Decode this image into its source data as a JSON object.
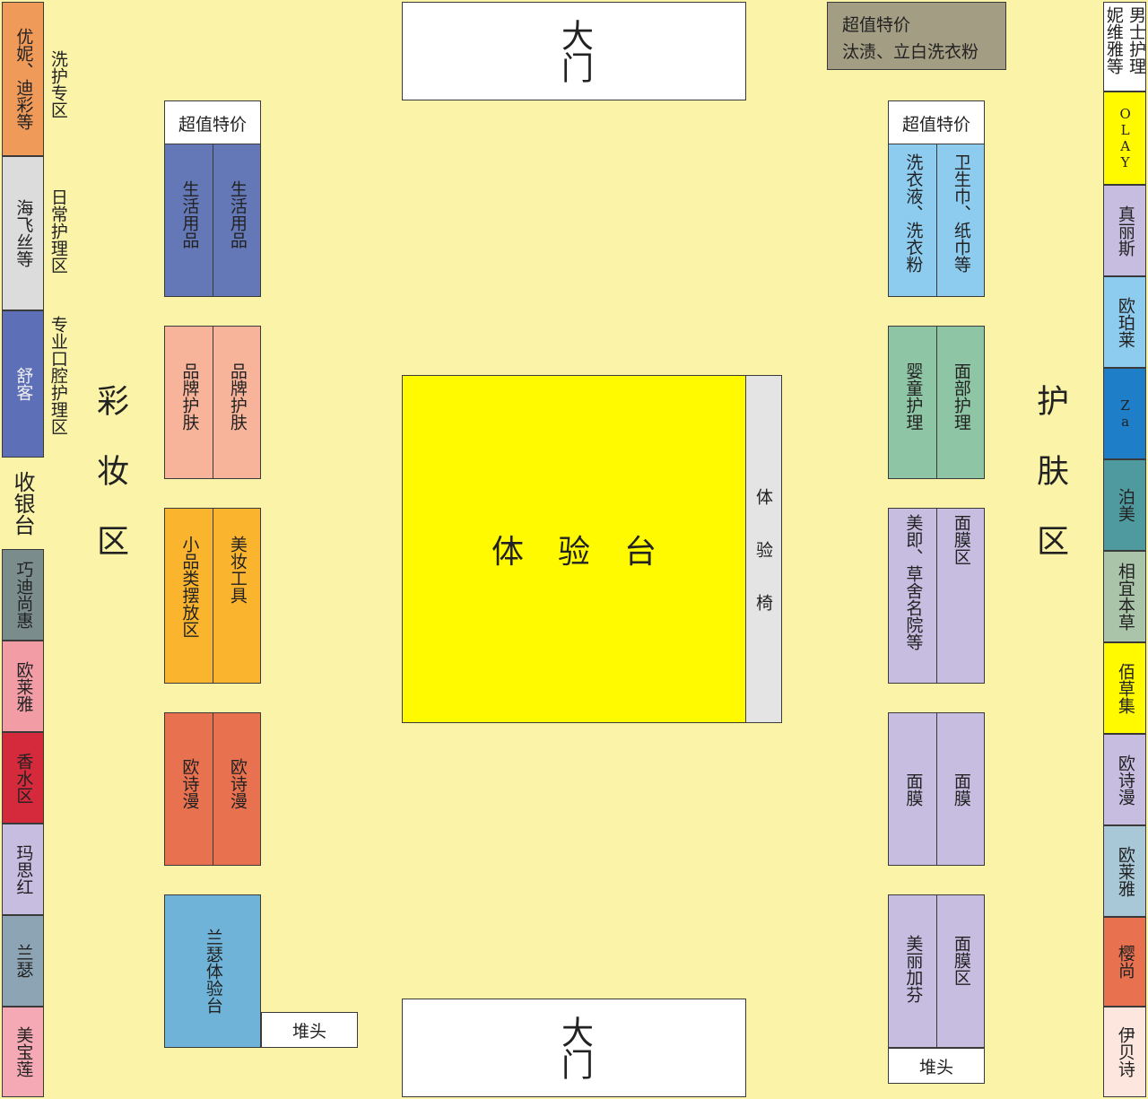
{
  "colors": {
    "floor": "#fbf3a7",
    "blue_dark": "#6478b8",
    "salmon": "#f7b49b",
    "orange": "#fbb42d",
    "red_orange": "#e8714f",
    "light_blue": "#6fb4d8",
    "sky_blue": "#8dcbef",
    "green": "#8ec5a4",
    "lavender": "#c6bde0",
    "yellow": "#fffa00",
    "gray_light": "#e4e4e4",
    "olive_gray": "#a39d84"
  },
  "gates": {
    "top": "大门",
    "bottom": "大门"
  },
  "promo_top_right": {
    "line1": "超值特价",
    "line2": "汰渍、立白洗衣粉"
  },
  "zones": {
    "makeup": "彩妆区",
    "skincare": "护肤区"
  },
  "center": {
    "table": "体验台",
    "chair": "体验椅"
  },
  "left_labels": [
    "洗护专区",
    "日常护理区",
    "专业口腔护理区"
  ],
  "left_wall": [
    "优妮、迪彩等",
    "海飞丝等",
    "舒客",
    "收银台",
    "巧迪尚惠",
    "欧莱雅",
    "香水区",
    "玛思红",
    "兰瑟",
    "美宝莲"
  ],
  "right_wall": [
    "男士护理",
    "妮维雅等",
    "OLAY",
    "真丽斯",
    "欧珀莱",
    "Za",
    "泊美",
    "相宜本草",
    "佰草集",
    "欧诗漫",
    "欧莱雅",
    "樱尚",
    "伊贝诗"
  ],
  "left_shelves": {
    "header": "超值特价",
    "s1": [
      "生活用品",
      "生活用品"
    ],
    "s2": [
      "品牌护肤",
      "品牌护肤"
    ],
    "s3": [
      "小品类摆放区",
      "美妆工具"
    ],
    "s4": [
      "欧诗漫",
      "欧诗漫"
    ],
    "s5": "兰瑟体验台",
    "s5_end": "堆头"
  },
  "right_shelves": {
    "header": "超值特价",
    "s1": [
      "洗衣液、洗衣粉",
      "卫生巾、纸巾等"
    ],
    "s2": [
      "婴童护理",
      "面部护理"
    ],
    "s3": [
      "美即、草舍名院等",
      "面膜区"
    ],
    "s4": [
      "面膜",
      "面膜"
    ],
    "s5": [
      "美丽加芬",
      "面膜区"
    ],
    "s5_end": "堆头"
  }
}
